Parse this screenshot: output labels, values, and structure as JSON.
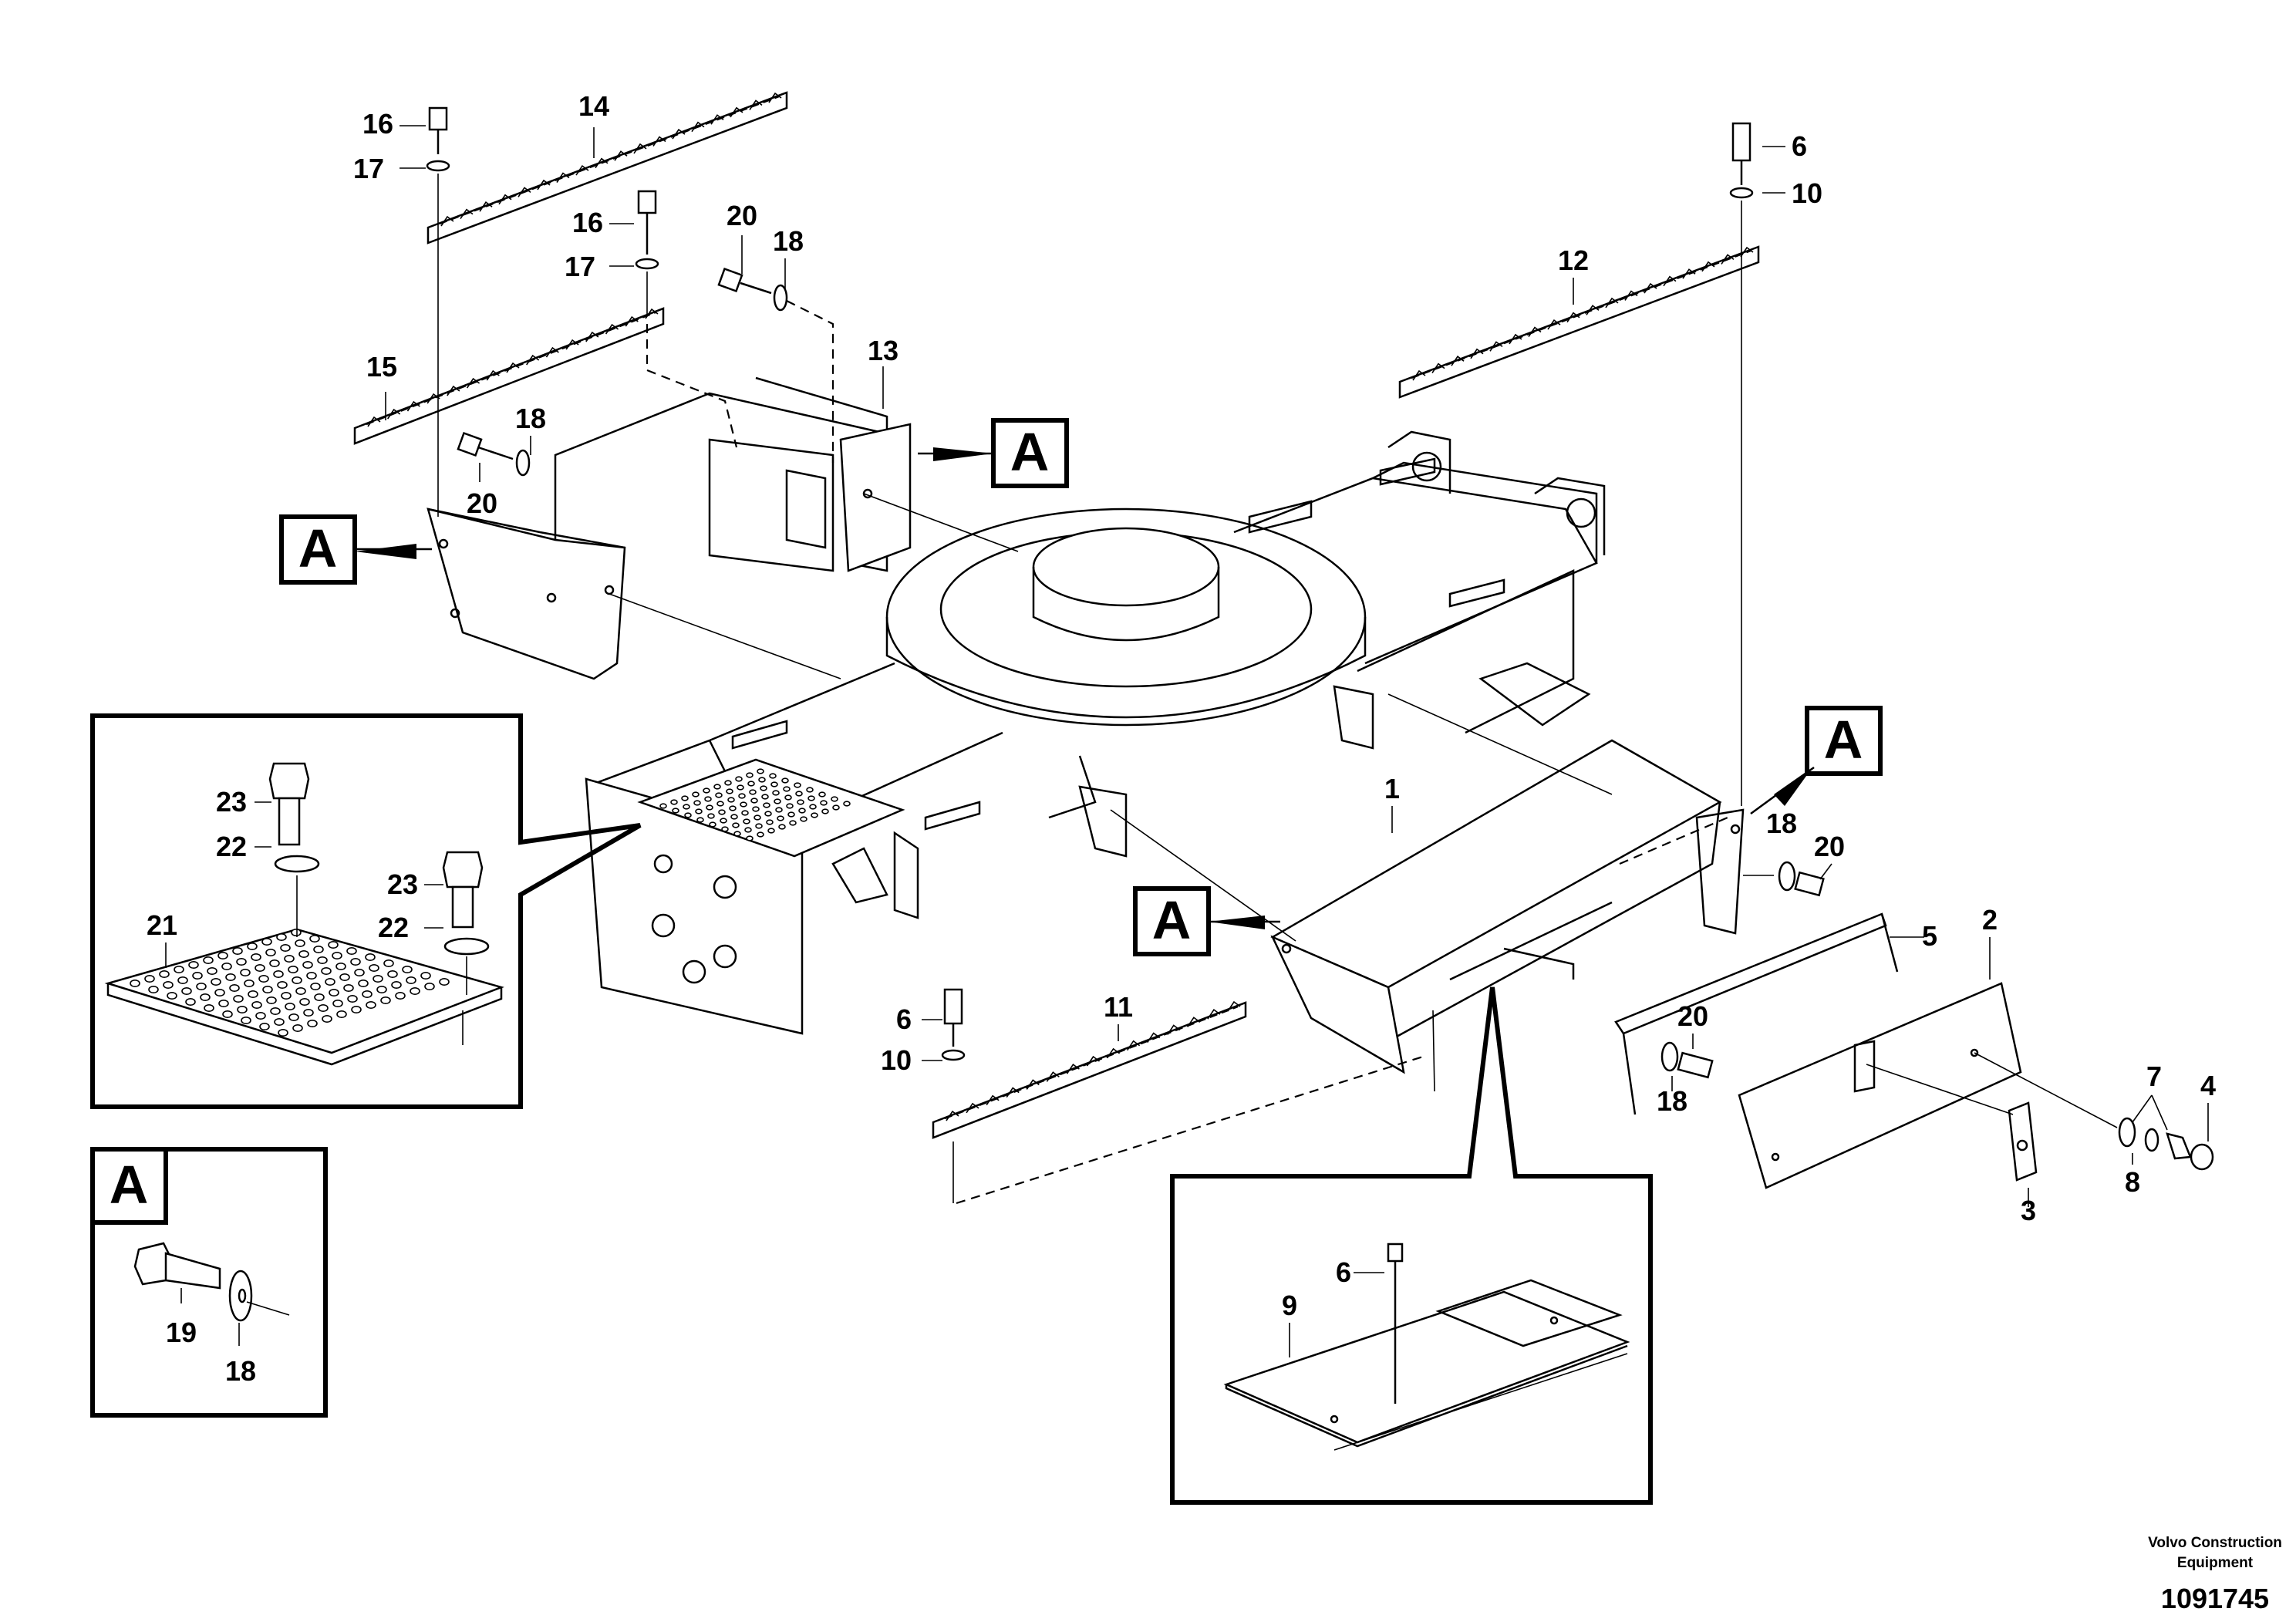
{
  "diagram": {
    "callouts": {
      "c1": "1",
      "c2": "2",
      "c3": "3",
      "c4": "4",
      "c5": "5",
      "c6a": "6",
      "c6b": "6",
      "c6c": "6",
      "c7": "7",
      "c8": "8",
      "c9": "9",
      "c10a": "10",
      "c10b": "10",
      "c11": "11",
      "c12": "12",
      "c13": "13",
      "c14": "14",
      "c15": "15",
      "c16a": "16",
      "c16b": "16",
      "c17a": "17",
      "c17b": "17",
      "c18a": "18",
      "c18b": "18",
      "c18c": "18",
      "c18d": "18",
      "c18e": "18",
      "c19": "19",
      "c20a": "20",
      "c20b": "20",
      "c20c": "20",
      "c20d": "20",
      "c21": "21",
      "c22a": "22",
      "c22b": "22",
      "c23a": "23",
      "c23b": "23"
    },
    "view_tags": {
      "t1": "A",
      "t2": "A",
      "t3": "A",
      "t4": "A",
      "t5": "A"
    },
    "credit_line1": "Volvo Construction",
    "credit_line2": "Equipment",
    "drawing_number": "1091745"
  }
}
